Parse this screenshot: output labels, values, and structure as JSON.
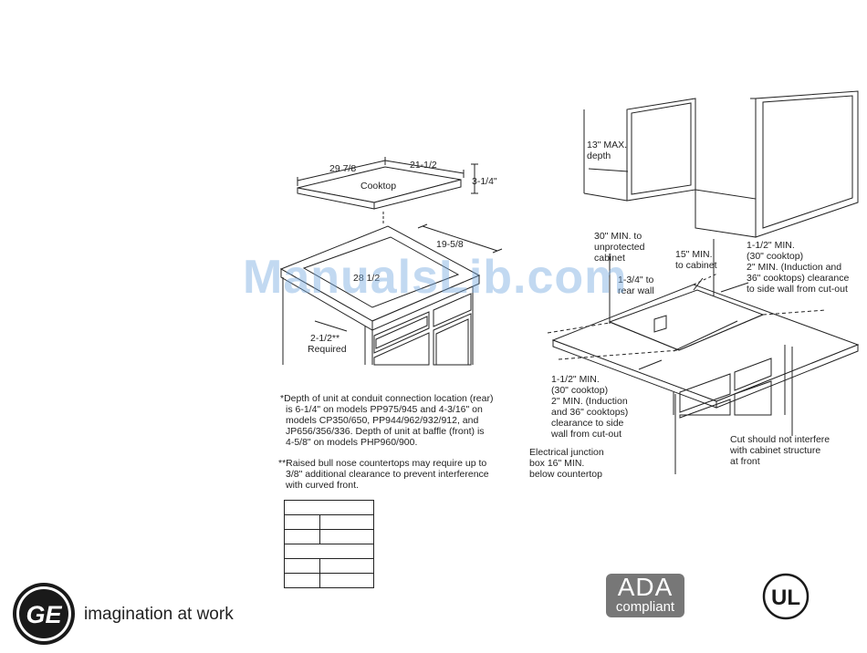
{
  "watermark": "ManualsLib.com",
  "left_diagram": {
    "dim_29": "29 7/8",
    "dim_21": "21-1/2",
    "dim_3": "3-1/4\"",
    "cooktop": "Cooktop",
    "dim_19": "19-5/8",
    "dim_28": "28 1/2",
    "required_value": "2-1/2**",
    "required_word": "Required"
  },
  "notes": {
    "note1": [
      "*Depth of unit at conduit connection location (rear)",
      "is 6-1/4\" on models PP975/945 and 4-3/16\" on",
      "models CP350/650, PP944/962/932/912, and",
      "JP656/356/336. Depth of unit at baffle (front) is",
      "4-5/8\" on models PHP960/900."
    ],
    "note2": [
      "**Raised bull nose countertops may require up to",
      "3/8\" additional clearance to prevent interference",
      "with curved front."
    ]
  },
  "right_diagram": {
    "max_depth": [
      "13\" MAX.",
      "depth"
    ],
    "min_30": [
      "30\" MIN. to",
      "unprotected",
      "cabinet"
    ],
    "min_15": [
      "15\" MIN.",
      "to cabinet"
    ],
    "side_upper": [
      "1-1/2\" MIN.",
      "(30\" cooktop)",
      "2\" MIN. (Induction and",
      "36\" cooktops) clearance",
      "to side wall from cut-out"
    ],
    "rear_wall": [
      "1-3/4\" to",
      "rear wall"
    ],
    "side_lower": [
      "1-1/2\" MIN.",
      "(30\" cooktop)",
      "2\" MIN. (Induction",
      "and 36\" cooktops)",
      "clearance to side",
      "wall from cut-out"
    ],
    "junction": [
      "Electrical junction",
      "box 16\" MIN.",
      "below countertop"
    ],
    "cut_note": [
      "Cut should not interfere",
      "with cabinet structure",
      "at front"
    ]
  },
  "logos": {
    "ge": "GE",
    "tagline": "imagination at work",
    "ada_line1": "ADA",
    "ada_line2": "compliant",
    "ul": "UL"
  }
}
